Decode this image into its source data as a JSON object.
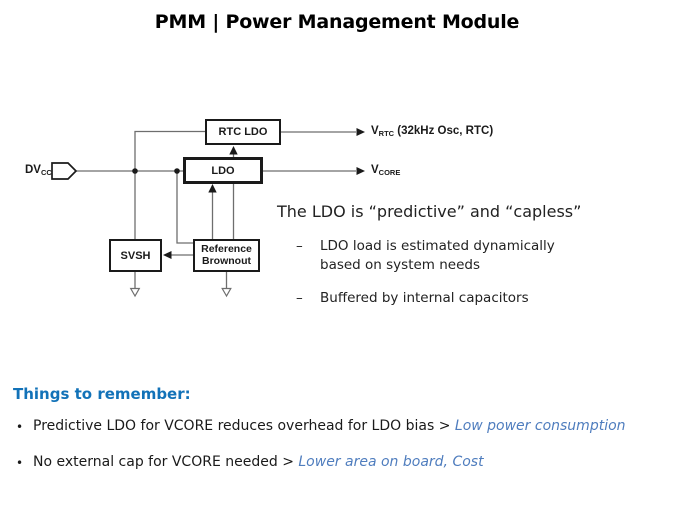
{
  "title": "PMM | Power Management Module",
  "diagram": {
    "input": {
      "main": "DV",
      "sub": "CC"
    },
    "blocks": {
      "rtc_ldo": "RTC LDO",
      "ldo": "LDO",
      "svsh": "SVSH",
      "refbo_line1": "Reference",
      "refbo_line2": "Brownout"
    },
    "outputs": {
      "vrtc_main": "V",
      "vrtc_sub": "RTC",
      "vrtc_rest": " (32kHz Osc, RTC)",
      "vcore_main": "V",
      "vcore_sub": "CORE"
    }
  },
  "callout": {
    "heading": "The LDO is “predictive” and “capless”",
    "bullets": [
      {
        "dash": "–",
        "text": "LDO load is estimated dynamically based on system needs"
      },
      {
        "dash": "–",
        "text": "Buffered by internal capacitors"
      }
    ]
  },
  "footer": {
    "heading": "Things to remember:",
    "bullets": [
      {
        "marker": "•",
        "text": "Predictive LDO for VCORE reduces overhead for LDO bias > ",
        "highlight": "Low power consumption"
      },
      {
        "marker": "•",
        "text": "No external cap for VCORE needed > ",
        "highlight": "Lower area on board, Cost"
      }
    ]
  },
  "colors": {
    "heading_blue": "#1272b8",
    "highlight_blue": "#4f7dbe",
    "connector_gray": "#6e6e6e",
    "block_border": "#1a1a1a"
  }
}
